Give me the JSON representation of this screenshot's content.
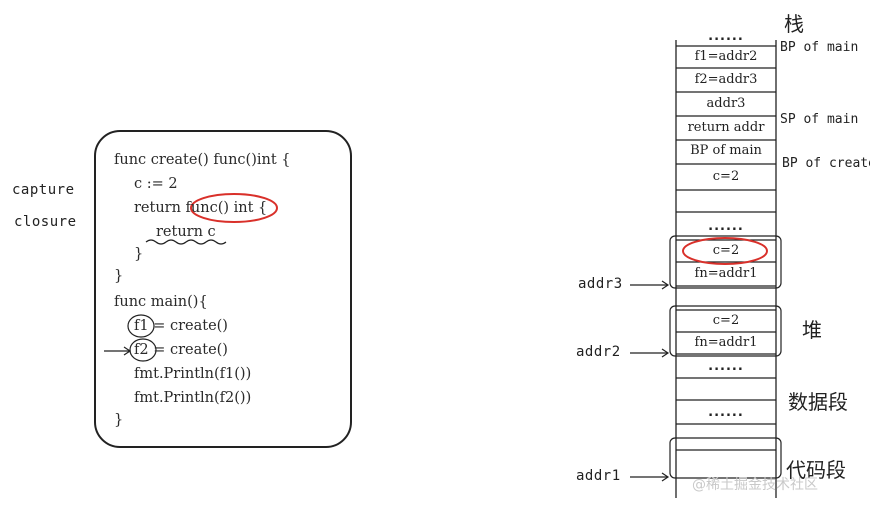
{
  "left": {
    "label_line1": "capture",
    "label_line2": "closure"
  },
  "code": [
    "func create() func()int {",
    "c := 2",
    "return func() int {",
    "return c",
    "}",
    "}",
    "func main(){",
    "f1 = create()",
    "f2 = create()",
    "fmt.Println(f1())",
    "fmt.Println(f2())",
    "}"
  ],
  "stack": {
    "top_dots": "......",
    "cells": [
      "f1=addr2",
      "f2=addr3",
      "addr3",
      "return addr",
      "BP of main",
      "c=2"
    ],
    "mid_dots": "......",
    "labels": [
      "BP of main",
      "SP of main",
      "BP of create"
    ],
    "title": "栈"
  },
  "heap": {
    "block3": [
      "c=2",
      "fn=addr1"
    ],
    "block2": [
      "c=2",
      "fn=addr1"
    ],
    "dots": "......",
    "label": "堆"
  },
  "segments": {
    "data_dots": "......",
    "data_label": "数据段",
    "code_label": "代码段"
  },
  "addresses": [
    "addr3",
    "addr2",
    "addr1"
  ],
  "watermark": "@稀土掘金技术社区",
  "colors": {
    "ink": "#222222",
    "highlight": "#d9302a",
    "watermark": "#c9c9c9"
  }
}
